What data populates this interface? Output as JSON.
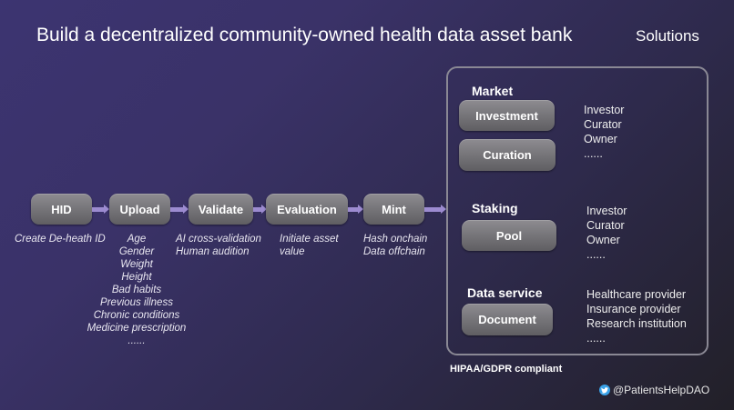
{
  "header": {
    "title": "Build a decentralized community-owned health data asset bank",
    "section_label": "Solutions"
  },
  "pipeline": {
    "steps": [
      {
        "label": "HID",
        "description": [
          "Create De-heath ID"
        ]
      },
      {
        "label": "Upload",
        "description": [
          "Age",
          "Gender",
          "Weight",
          "Height",
          "Bad habits",
          "Previous illness",
          "Chronic conditions",
          "Medicine prescription",
          "......"
        ]
      },
      {
        "label": "Validate",
        "description": [
          "AI cross-validation",
          "Human audition"
        ]
      },
      {
        "label": "Evaluation",
        "description": [
          "Initiate asset",
          "value"
        ]
      },
      {
        "label": "Mint",
        "description": [
          "Hash onchain",
          "Data offchain"
        ]
      }
    ],
    "arrow_color": "#9c8bd0"
  },
  "solutions": {
    "market": {
      "title": "Market",
      "buttons": [
        "Investment",
        "Curation"
      ],
      "roles": [
        "Investor",
        "Curator",
        "Owner",
        "......"
      ]
    },
    "staking": {
      "title": "Staking",
      "buttons": [
        "Pool"
      ],
      "roles": [
        "Investor",
        "Curator",
        "Owner",
        "......"
      ]
    },
    "data_service": {
      "title": "Data service",
      "buttons": [
        "Document"
      ],
      "roles": [
        "Healthcare provider",
        "Insurance provider",
        "Research institution",
        "......"
      ]
    },
    "compliance": "HIPAA/GDPR compliant"
  },
  "footer": {
    "social_icon": "twitter-icon",
    "handle": "@PatientsHelpDAO"
  },
  "colors": {
    "background_start": "#3c3471",
    "background_end": "#222028",
    "button_gray": "#78777b",
    "panel_border": "#8a8894",
    "twitter_blue": "#3aa2e8"
  }
}
